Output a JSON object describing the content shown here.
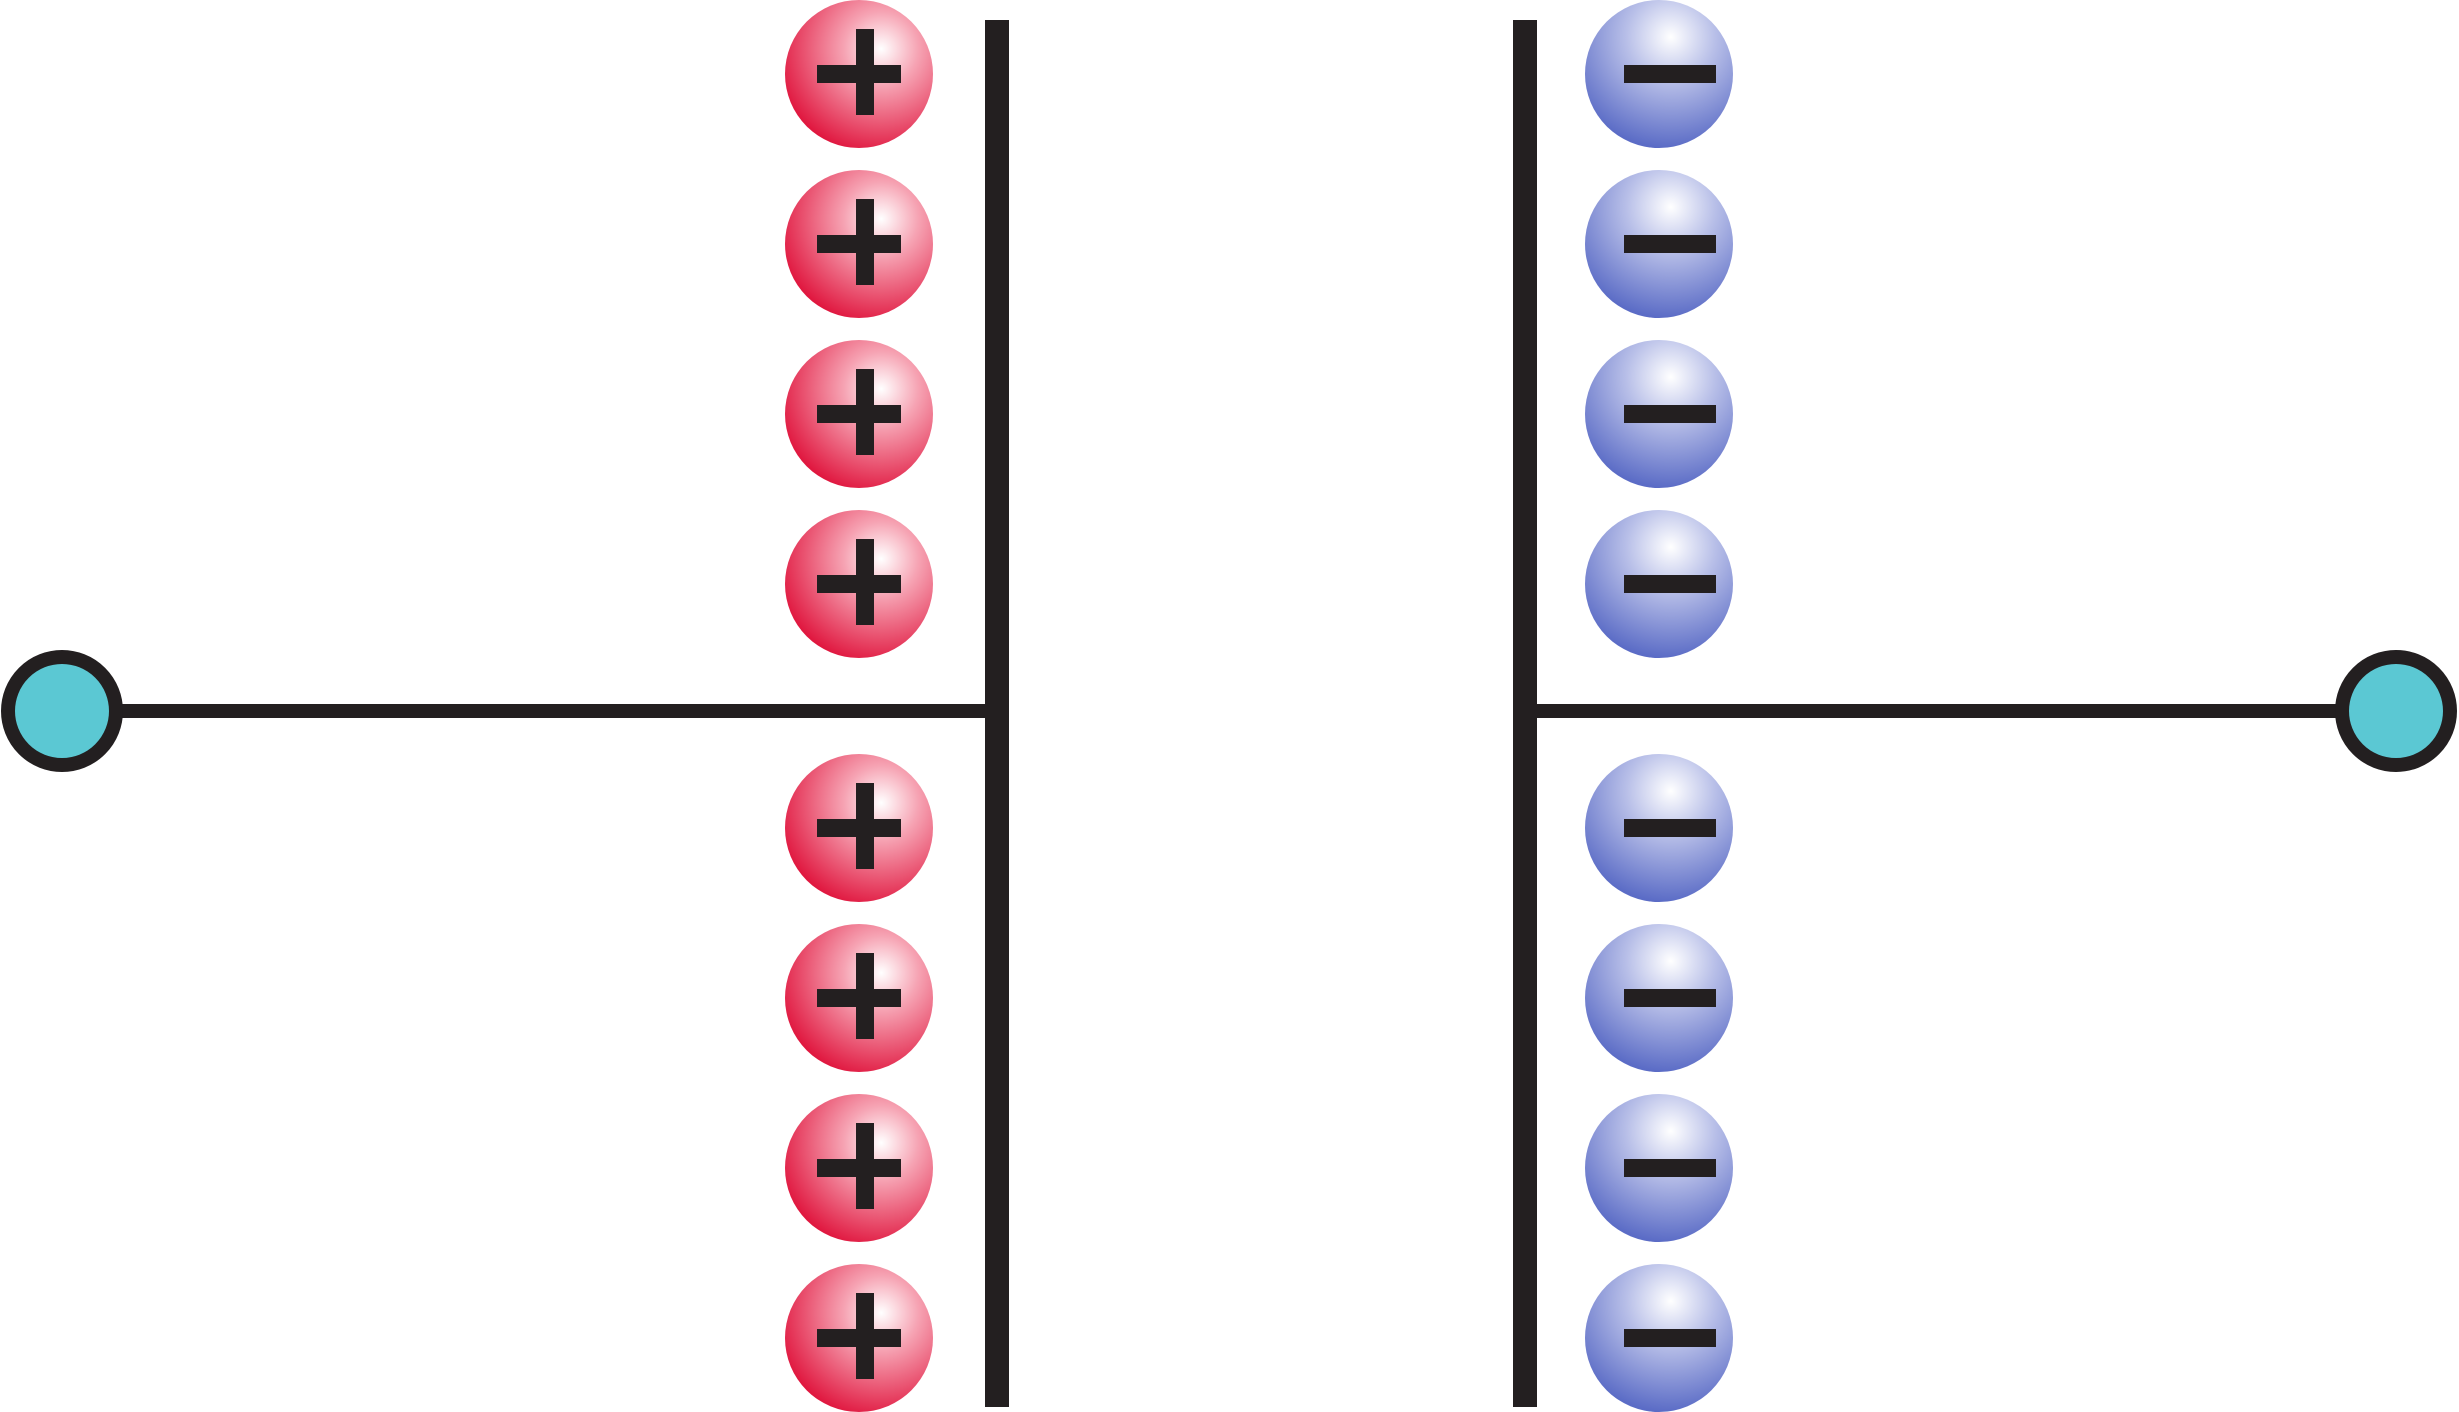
{
  "diagram": {
    "kind": "parallel-plate capacitor",
    "left_plate": {
      "charge_sign": "+",
      "charge_count": 8,
      "charge_color": "#e0173f",
      "charge_highlight": "#ffffff"
    },
    "right_plate": {
      "charge_sign": "−",
      "charge_count": 8,
      "charge_color": "#5b6cc6",
      "charge_highlight": "#ffffff"
    },
    "terminal_color": "#5bc8d3",
    "line_color": "#231f20",
    "background_color": "#ffffff"
  }
}
